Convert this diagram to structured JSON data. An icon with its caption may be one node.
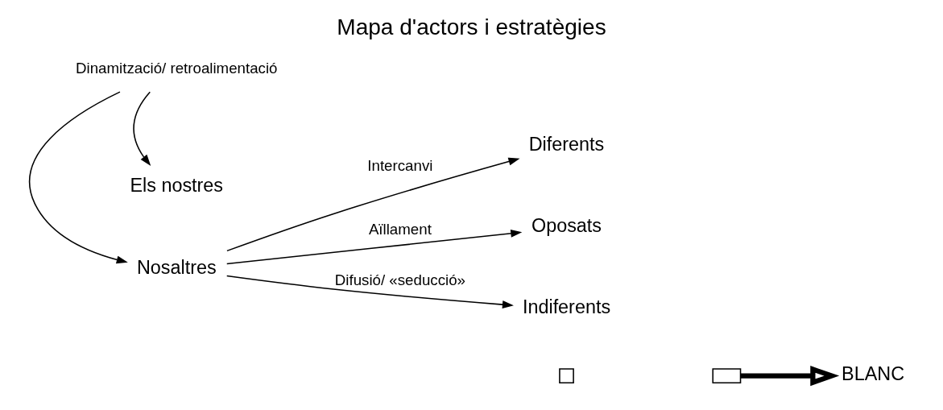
{
  "diagram": {
    "title": "Mapa d'actors i estratègies",
    "nodes": [
      {
        "text": [
          "Nosaltres"
        ]
      },
      {
        "text": [
          "Diferents"
        ]
      },
      {
        "text": [
          "Oposats"
        ]
      },
      {
        "text": [
          "BLANC"
        ]
      },
      {
        "text": [
          "Indiferents"
        ]
      },
      {
        "text": [
          "Els nostres"
        ]
      },
      {
        "text": [
          "Dinamització/ retroalimentació"
        ]
      },
      {
        "text": [],
        "shape": "box"
      },
      {
        "text": [],
        "shape": "box"
      }
    ],
    "edges": [
      {
        "from": 0,
        "to": 1,
        "arrow": "to",
        "label": "Intercanvi"
      },
      {
        "from": 0,
        "to": 2,
        "arrow": "to",
        "label": "Aïllament"
      },
      {
        "from": 0,
        "to": 4,
        "arrow": "to",
        "label": "Difusió/ «seducció»"
      },
      {
        "from": 6,
        "to": 0,
        "arrow": "to"
      },
      {
        "from": 6,
        "to": 5,
        "arrow": "to"
      },
      {
        "from": 8,
        "to": 3,
        "arrow": "to",
        "style": "thick"
      }
    ]
  }
}
